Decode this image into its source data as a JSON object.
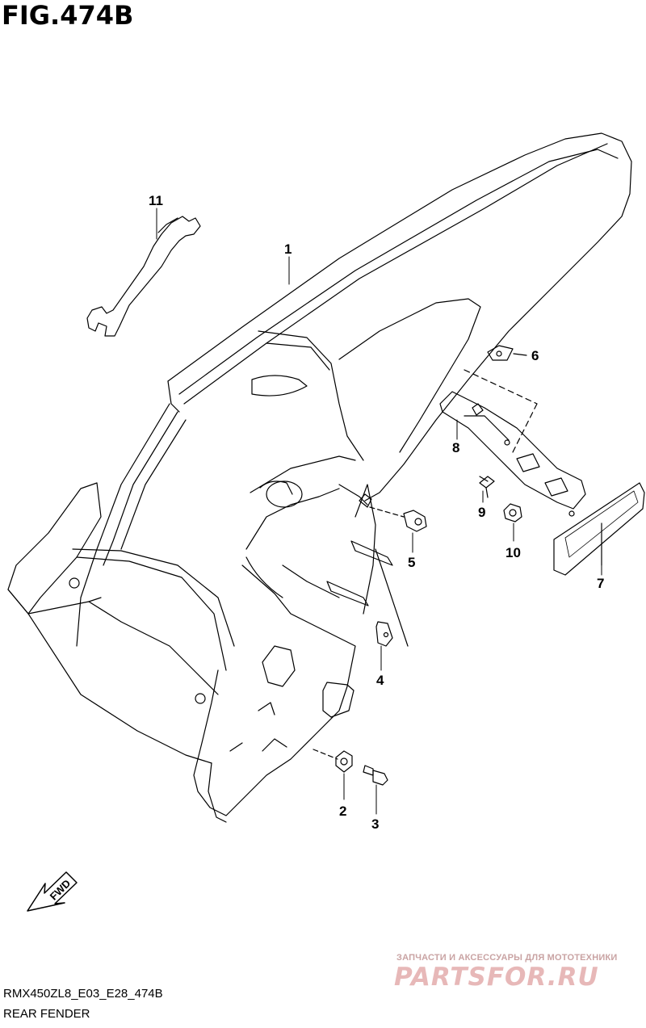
{
  "figure": {
    "title": "FIG.474B"
  },
  "callouts": [
    "1",
    "2",
    "3",
    "4",
    "5",
    "6",
    "7",
    "8",
    "9",
    "10",
    "11"
  ],
  "footer": {
    "model_code": "RMX450ZL8_E03_E28_474B",
    "part_name": "REAR FENDER"
  },
  "direction_label": "FWD",
  "watermark": {
    "tagline": "ЗАПЧАСТИ И АКСЕССУАРЫ ДЛЯ МОТОТЕХНИКИ",
    "brand": "PARTSFOR.RU"
  },
  "colors": {
    "line": "#000000",
    "watermark": "#e7b8b8",
    "background": "#ffffff"
  }
}
